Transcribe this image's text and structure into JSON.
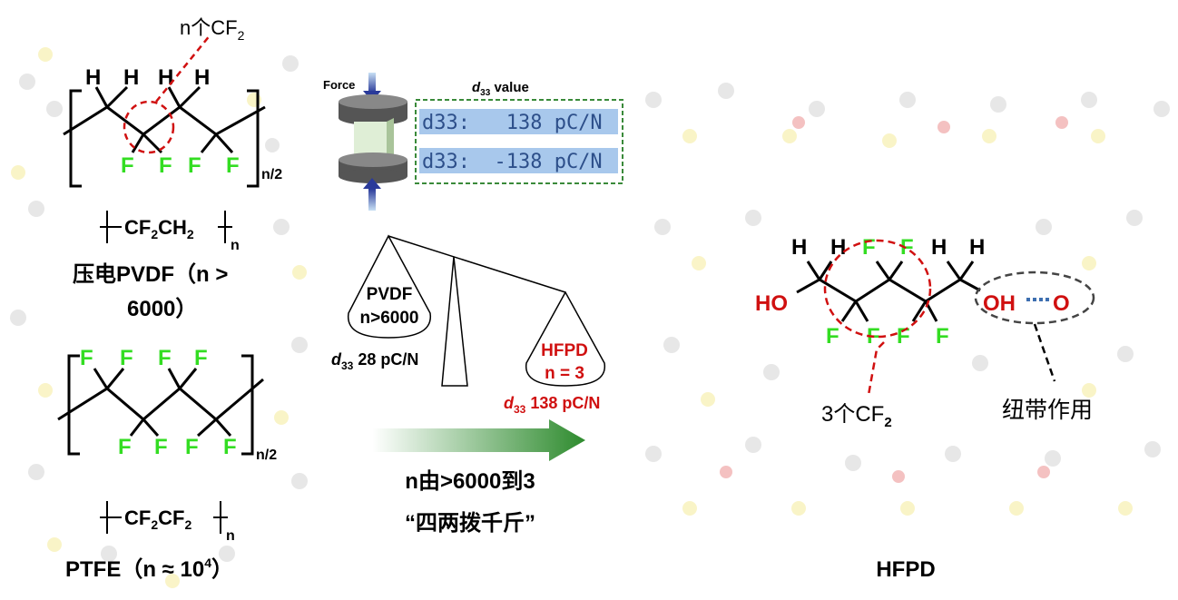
{
  "atoms": {
    "H": "H",
    "F": "F",
    "HO": "HO",
    "OH": "OH",
    "O": "O"
  },
  "pvdf": {
    "count_label": "n个CF",
    "count_sub": "2",
    "repeat_sub": "n/2",
    "formula": {
      "a": "CF",
      "a_sub": "2",
      "b": "CH",
      "b_sub": "2",
      "n": "n"
    },
    "caption_line1": "压电PVDF（n >",
    "caption_line2": "6000）"
  },
  "ptfe": {
    "repeat_sub": "n/2",
    "formula": {
      "a": "CF",
      "a_sub": "2",
      "b": "CF",
      "b_sub": "2",
      "n": "n"
    },
    "caption": "PTFE（n ≈ 10",
    "caption_sup": "4",
    "caption_end": "）"
  },
  "measurement": {
    "force_label": "Force",
    "title_d": "d",
    "title_sub": "33",
    "title_rest": " value",
    "readings": [
      "d33:   138 pC/N",
      "d33:  -138 pC/N"
    ]
  },
  "balance": {
    "left_pan": {
      "line1": "PVDF",
      "line2": "n>6000"
    },
    "left_value": {
      "d": "d",
      "sub": "33",
      "rest": " 28 pC/N"
    },
    "right_pan": {
      "line1": "HFPD",
      "line2": "n = 3"
    },
    "right_value": {
      "d": "d",
      "sub": "33",
      "rest": " 138 pC/N"
    }
  },
  "arrow_text": {
    "line1": "n由>6000到3",
    "line2": "“四两拨千斤”"
  },
  "hfpd": {
    "count_label": "3个CF",
    "count_sub": "2",
    "hbond_label": "纽带作用",
    "caption": "HFPD"
  },
  "colors": {
    "red": "#d01010",
    "fluorine": "#33dd22",
    "arrow": "#2e8b2e"
  }
}
